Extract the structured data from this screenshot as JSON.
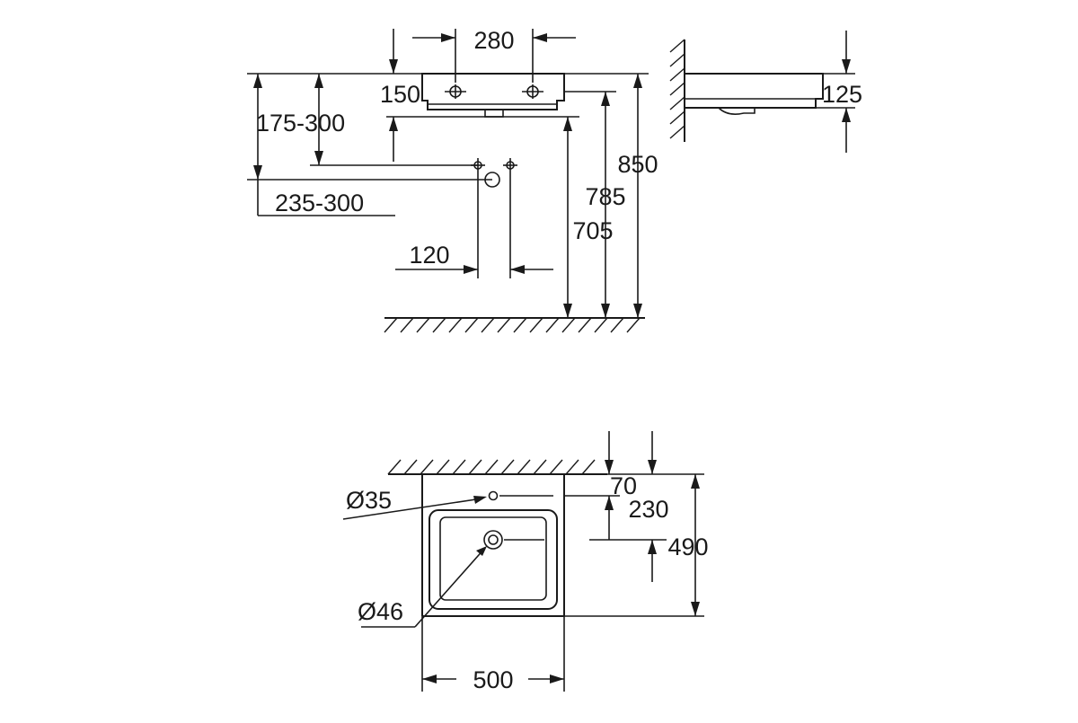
{
  "front_view": {
    "dimensions": {
      "tap_hole_spacing": "280",
      "basin_depth": "150",
      "rough_in_height": "175-300",
      "waste_offset": "235-300",
      "supply_spacing": "120",
      "height_floor_to_outlet": "705",
      "height_floor_to_underside": "785",
      "height_floor_to_top": "850"
    }
  },
  "side_view": {
    "dimensions": {
      "thickness": "125"
    }
  },
  "top_view": {
    "dimensions": {
      "tap_hole_diameter": "Ø35",
      "waste_diameter": "Ø46",
      "tap_hole_from_wall": "70",
      "waste_from_wall": "230",
      "depth": "490",
      "width": "500"
    }
  }
}
